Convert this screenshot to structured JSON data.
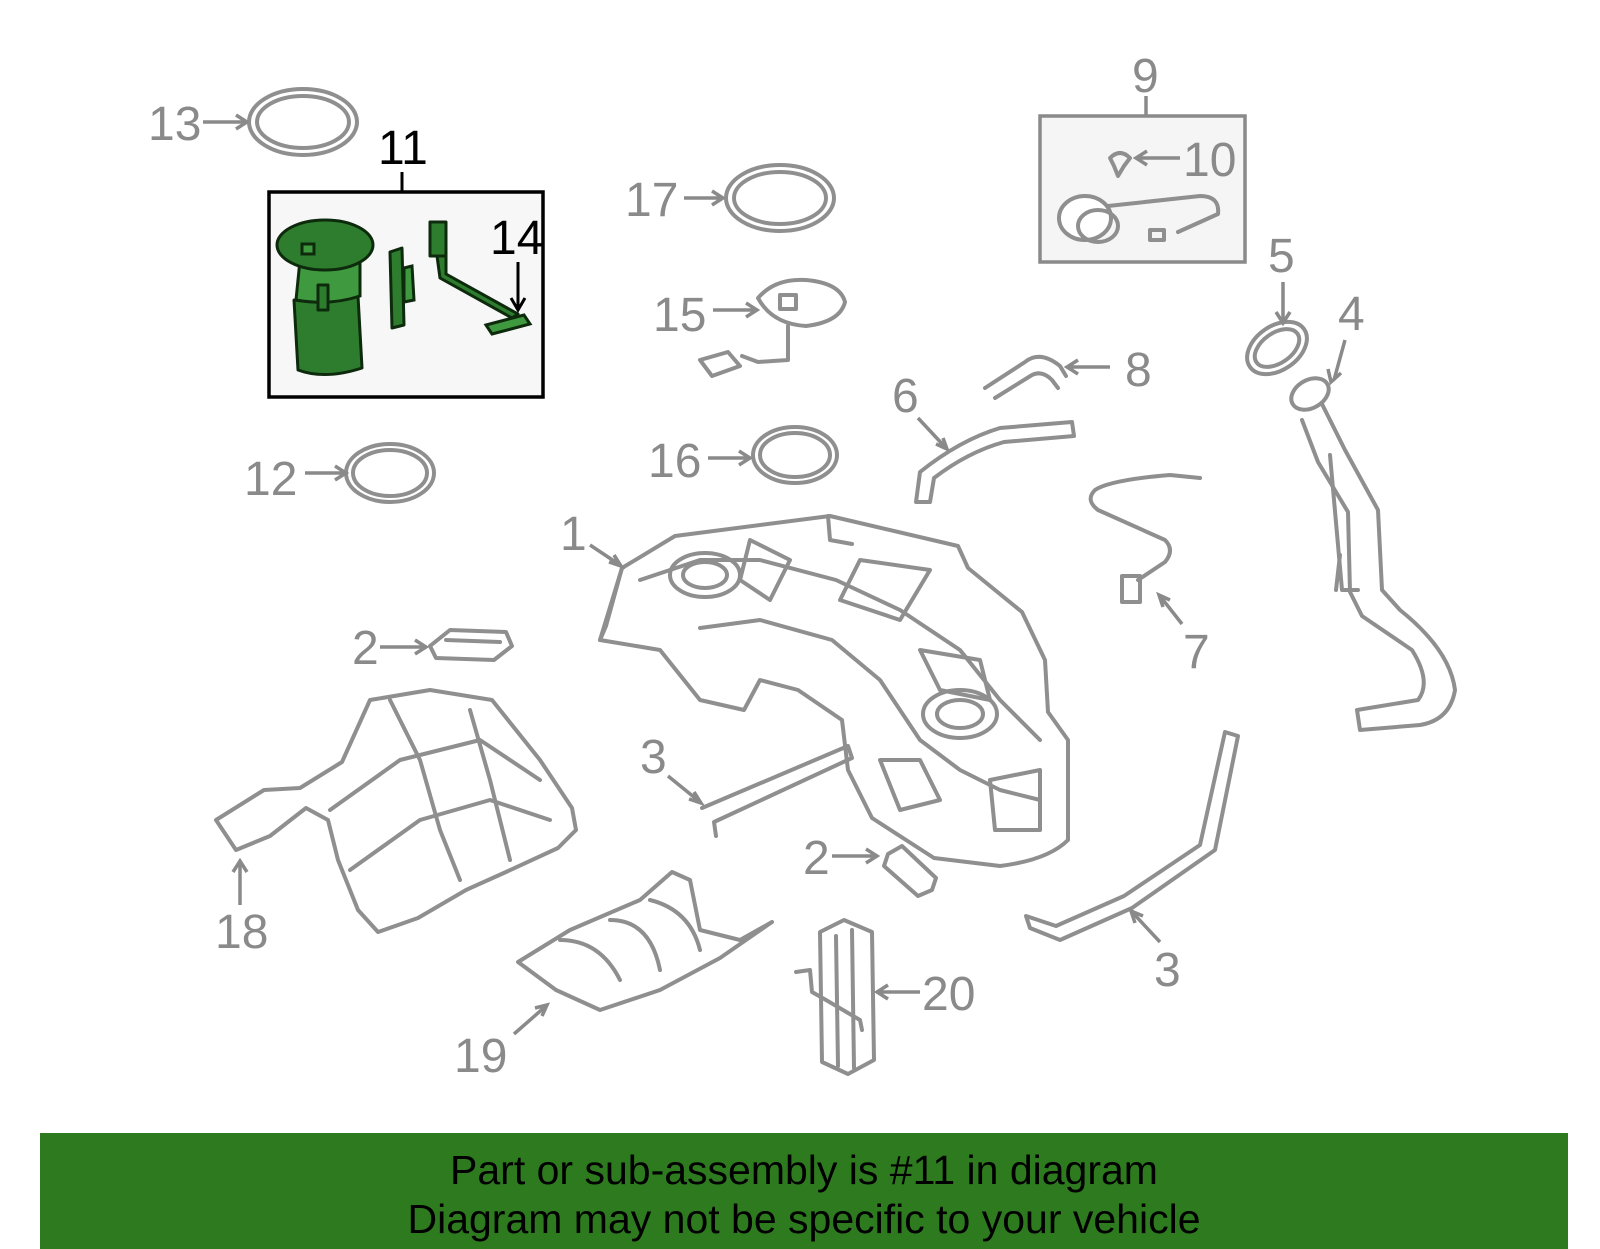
{
  "callouts": {
    "c1": "1",
    "c2a": "2",
    "c2b": "2",
    "c3a": "3",
    "c3b": "3",
    "c4": "4",
    "c5": "5",
    "c6": "6",
    "c7": "7",
    "c8": "8",
    "c9": "9",
    "c10": "10",
    "c11": "11",
    "c12": "12",
    "c13": "13",
    "c14": "14",
    "c15": "15",
    "c16": "16",
    "c17": "17",
    "c18": "18",
    "c19": "19",
    "c20": "20"
  },
  "highlight_color": "#2e7d2e",
  "banner": {
    "line1": "Part or sub-assembly is #11 in diagram",
    "line2": "Diagram may not be specific to your vehicle"
  }
}
